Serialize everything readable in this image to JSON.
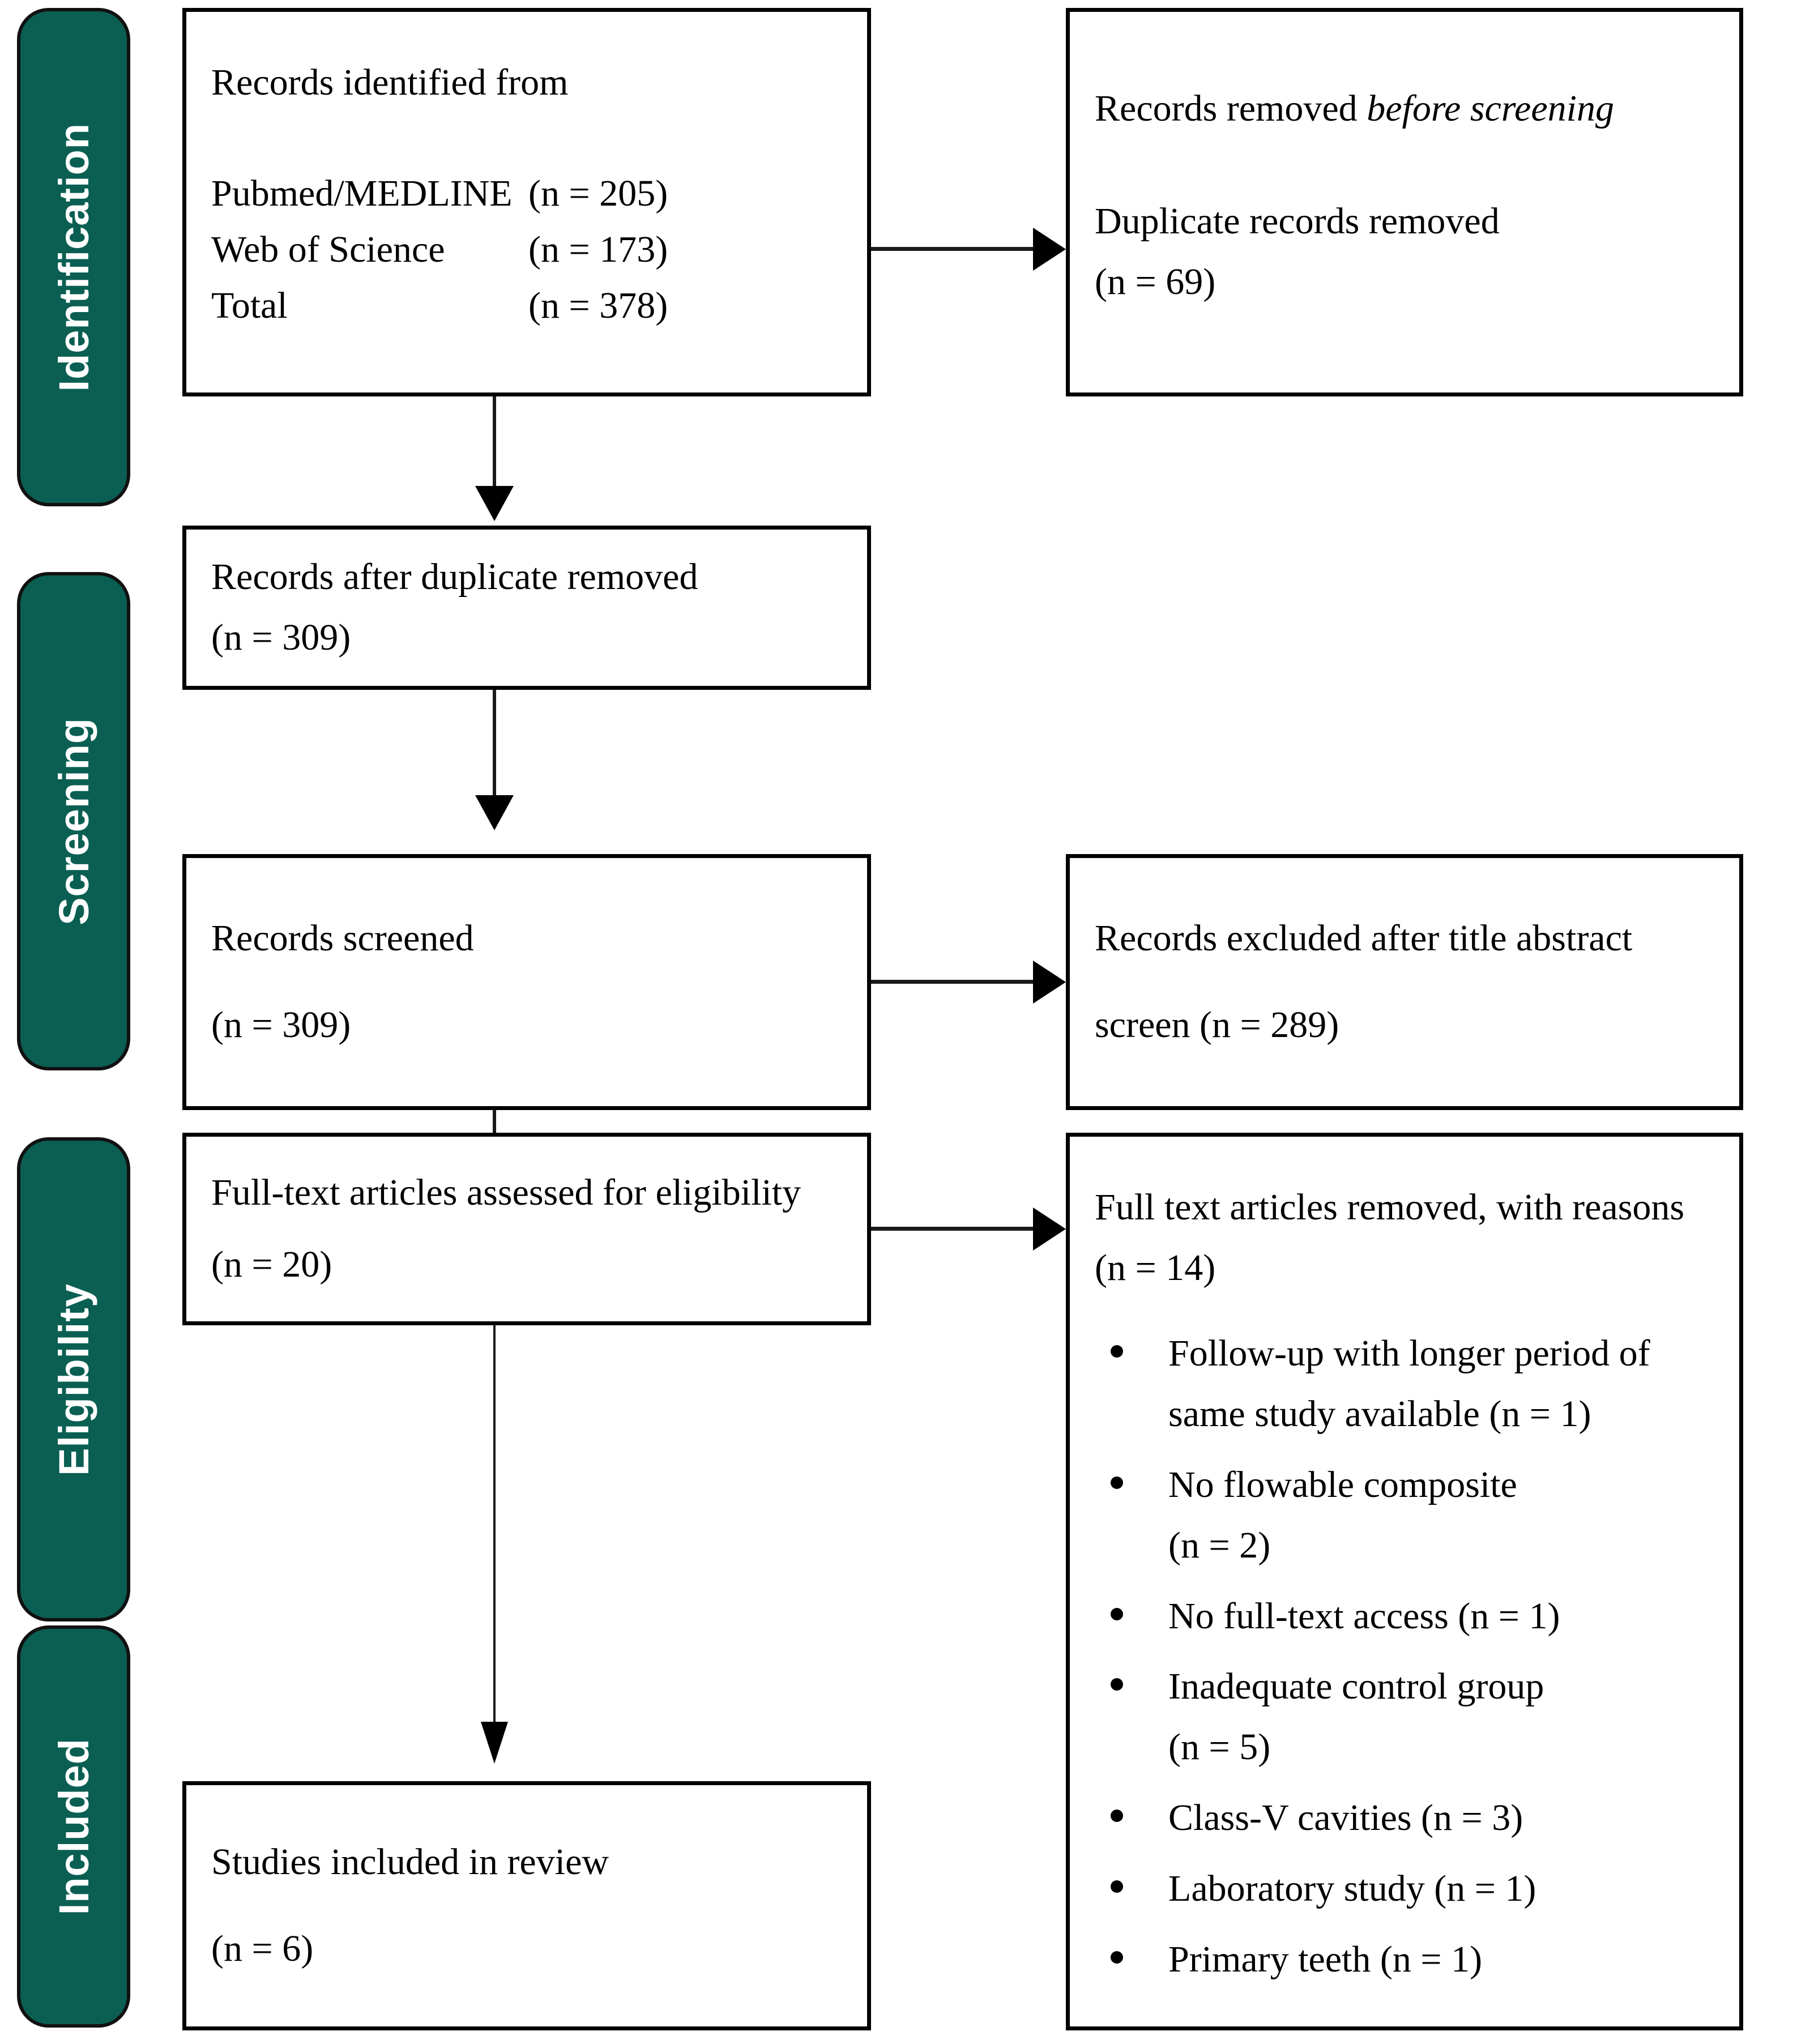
{
  "diagram": {
    "type": "prisma-flow-diagram",
    "stages": [
      {
        "id": "identification",
        "label": "Identification"
      },
      {
        "id": "screening",
        "label": "Screening"
      },
      {
        "id": "eligibility",
        "label": "Eligibility"
      },
      {
        "id": "included",
        "label": "Included"
      }
    ],
    "colors": {
      "stage_background": "#0a5f52",
      "stage_text": "#ffffff",
      "box_border": "#000000",
      "box_background": "#ffffff",
      "connector": "#000000"
    },
    "boxes": {
      "records_identified": {
        "heading": "Records identified from",
        "sources": [
          {
            "name": "Pubmed/MEDLINE",
            "count": "(n = 205)"
          },
          {
            "name": "Web of Science",
            "count": "(n = 173)"
          },
          {
            "name": "Total",
            "count": "(n = 378)"
          }
        ]
      },
      "records_removed_before_screening": {
        "heading_plain": "Records removed ",
        "heading_italic": "before screening",
        "line1": "Duplicate records removed",
        "line2": "(n = 69)"
      },
      "records_after_duplicate_removed": {
        "line1": "Records after duplicate removed",
        "line2": "(n = 309)"
      },
      "records_screened": {
        "line1": "Records screened",
        "line2": "(n = 309)"
      },
      "records_excluded": {
        "line1": "Records excluded after title abstract",
        "line2": "screen (n = 289)"
      },
      "full_text_assessed": {
        "line1": "Full-text articles assessed for eligibility",
        "line2": "(n = 20)"
      },
      "full_text_removed": {
        "line1": "Full text articles removed, with reasons",
        "line2": "(n = 14)",
        "reasons": [
          "Follow-up with longer period of same study available (n = 1)",
          "No flowable composite\n(n = 2)",
          "No full-text access (n = 1)",
          "Inadequate control group\n(n = 5)",
          "Class-V cavities (n = 3)",
          "Laboratory study (n = 1)",
          "Primary teeth (n = 1)"
        ]
      },
      "studies_included": {
        "line1": "Studies included in review",
        "line2": "(n = 6)"
      }
    },
    "connectors": [
      {
        "id": "identified-to-removed",
        "from": "records_identified",
        "to": "records_removed_before_screening",
        "direction": "right"
      },
      {
        "id": "identified-to-afterdup",
        "from": "records_identified",
        "to": "records_after_duplicate_removed",
        "direction": "down"
      },
      {
        "id": "afterdup-to-screened",
        "from": "records_after_duplicate_removed",
        "to": "records_screened",
        "direction": "down"
      },
      {
        "id": "screened-to-excluded",
        "from": "records_screened",
        "to": "records_excluded",
        "direction": "right"
      },
      {
        "id": "screened-to-fulltext",
        "from": "records_screened",
        "to": "full_text_assessed",
        "direction": "down"
      },
      {
        "id": "fulltext-to-removed",
        "from": "full_text_assessed",
        "to": "full_text_removed",
        "direction": "right"
      },
      {
        "id": "fulltext-to-included",
        "from": "full_text_assessed",
        "to": "studies_included",
        "direction": "down"
      }
    ]
  }
}
